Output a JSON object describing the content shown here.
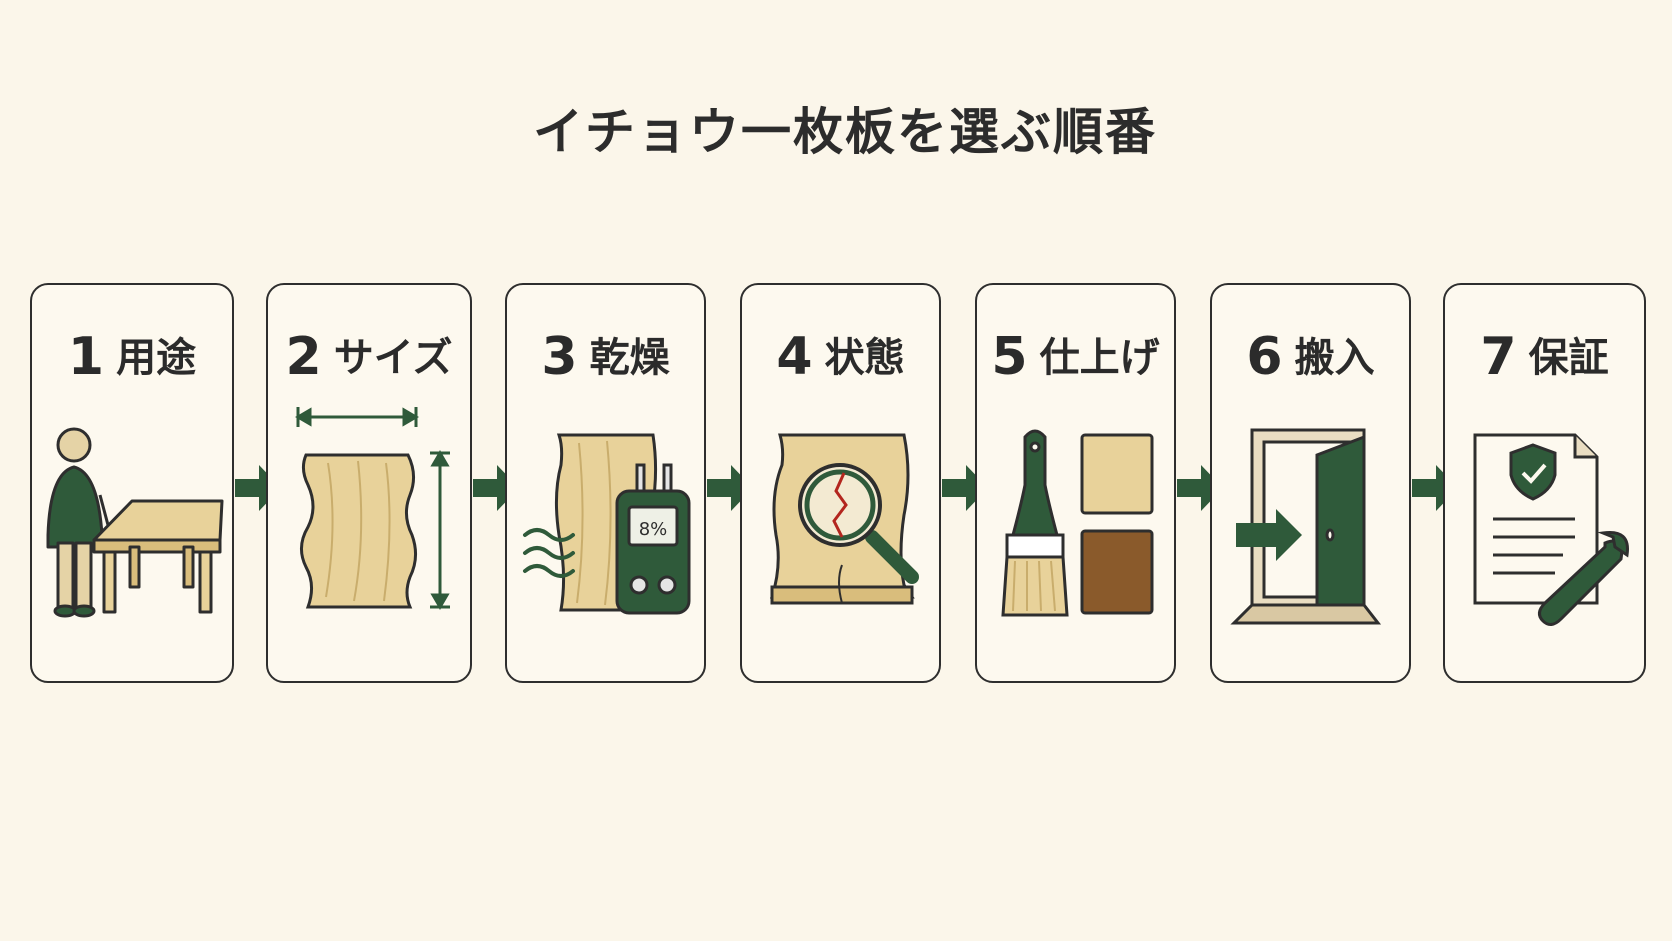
{
  "title": "イチョウ一枚板を選ぶ順番",
  "steps": [
    {
      "num": "1",
      "label": "用途",
      "icon": "person-table-icon"
    },
    {
      "num": "2",
      "label": "サイズ",
      "icon": "slab-dimension-icon"
    },
    {
      "num": "3",
      "label": "乾燥",
      "icon": "moisture-meter-icon",
      "reading": "8%"
    },
    {
      "num": "4",
      "label": "状態",
      "icon": "magnifier-crack-icon"
    },
    {
      "num": "5",
      "label": "仕上げ",
      "icon": "brush-swatch-icon"
    },
    {
      "num": "6",
      "label": "搬入",
      "icon": "door-entry-icon"
    },
    {
      "num": "7",
      "label": "保証",
      "icon": "warranty-document-icon"
    }
  ],
  "colors": {
    "accent": "#2f5a3a",
    "wood": "#e8d29a",
    "wood_dark": "#8a5a2b",
    "outline": "#2e2e2e",
    "background": "#fbf6ea"
  }
}
